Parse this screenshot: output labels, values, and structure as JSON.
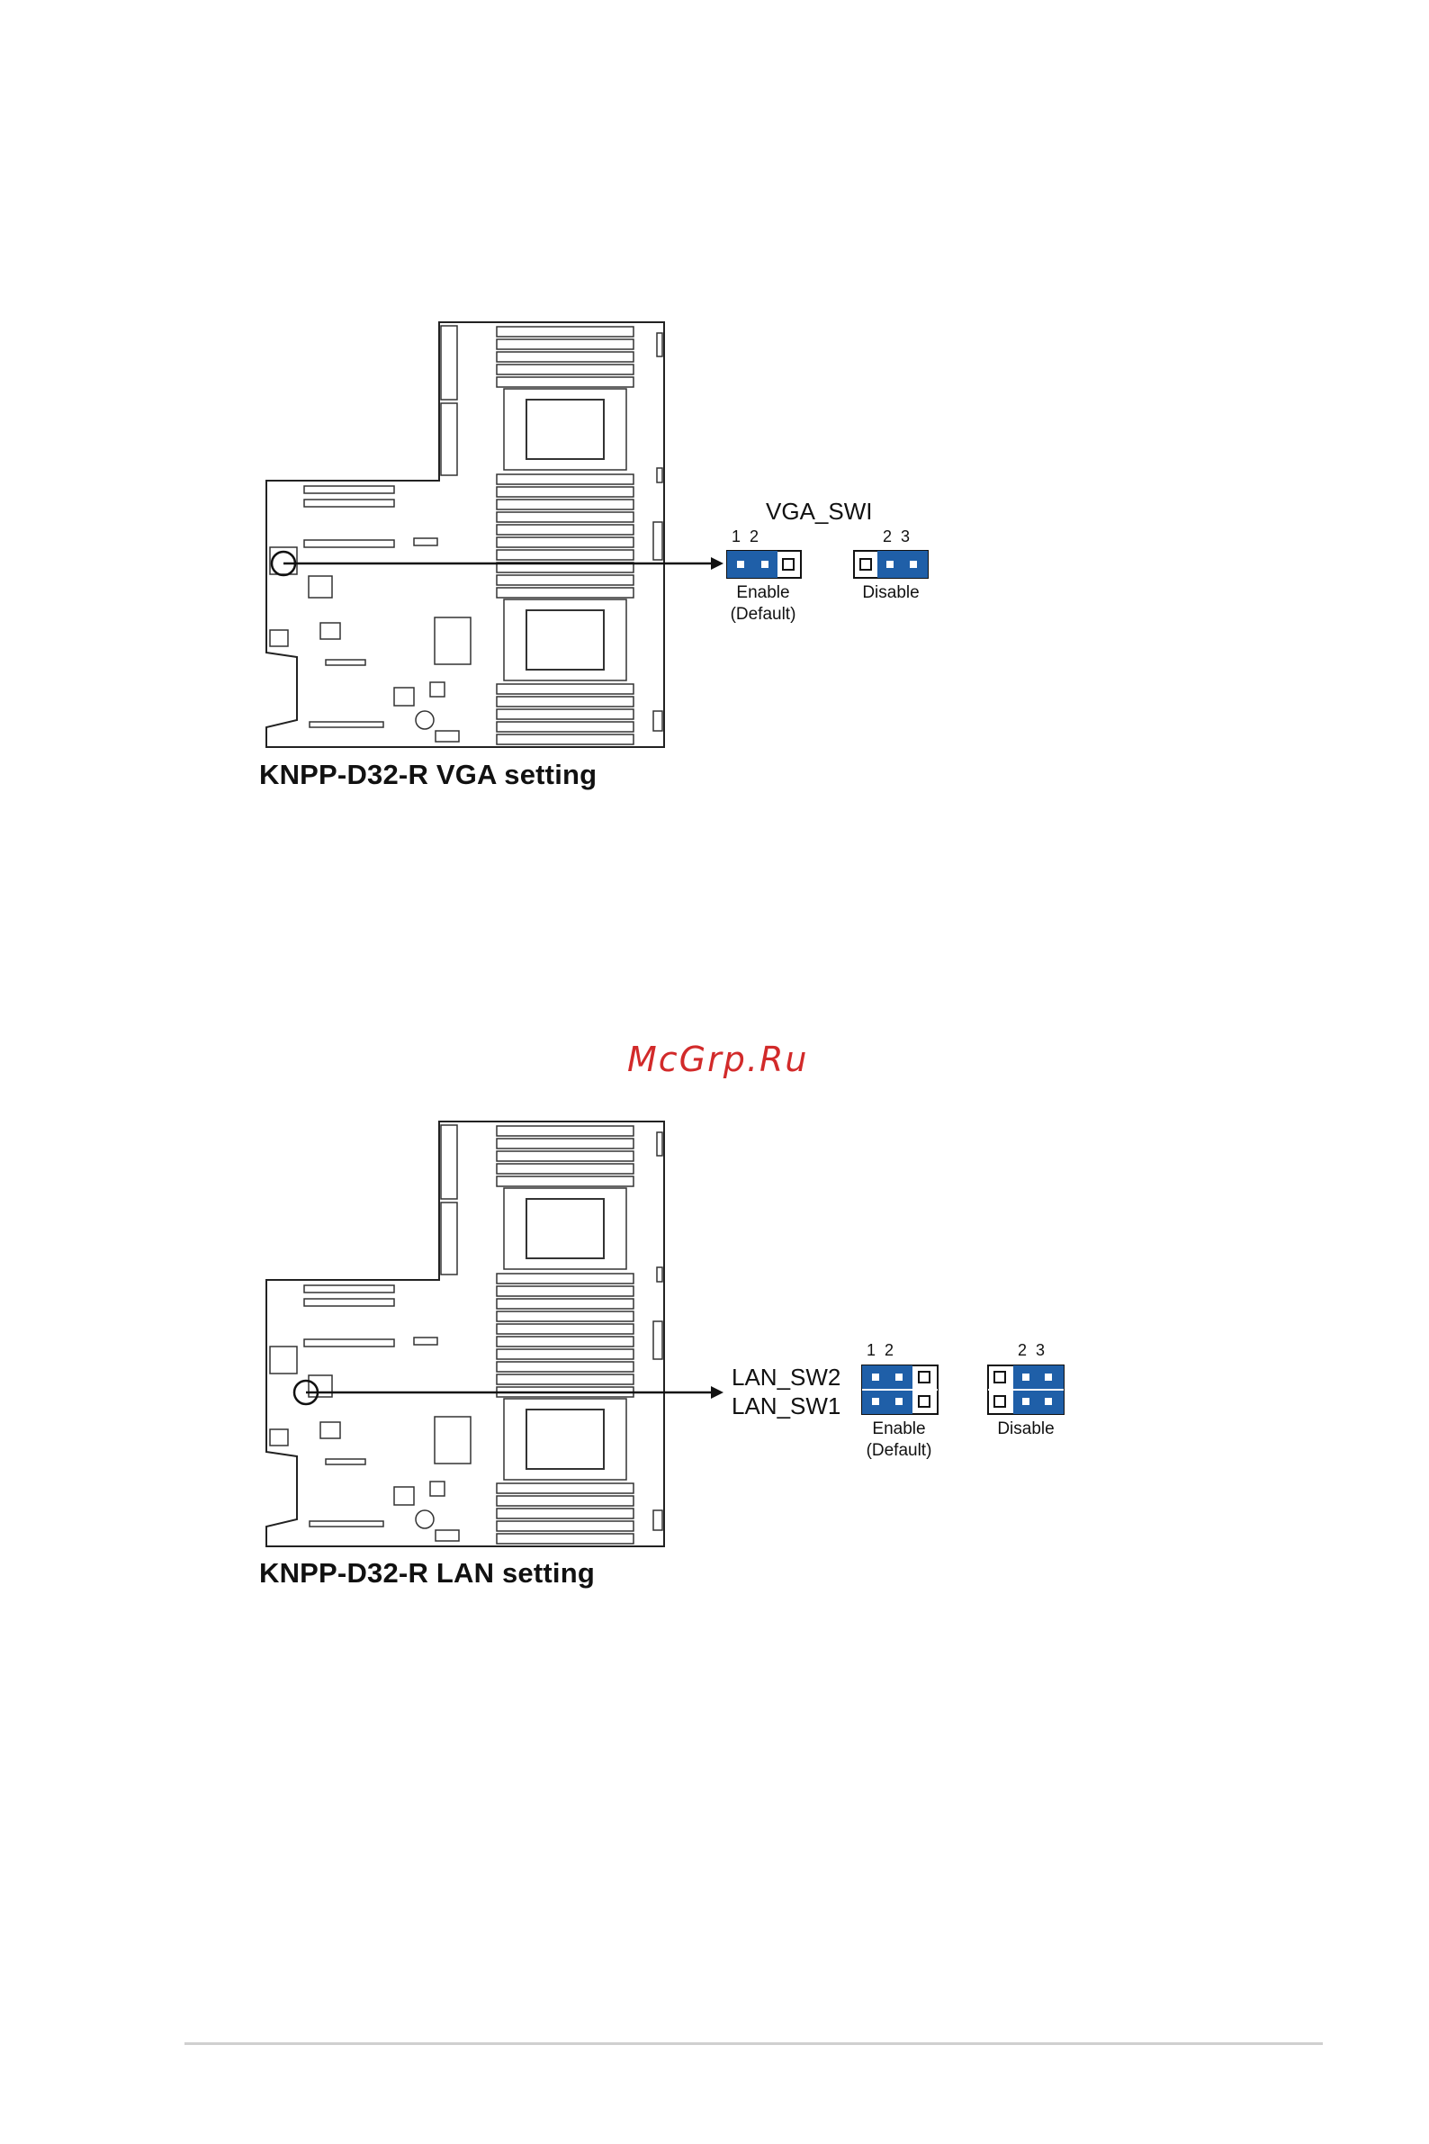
{
  "watermark": "McGrp.Ru",
  "vga": {
    "title": "KNPP-D32-R VGA setting",
    "switch_name": "VGA_SWI",
    "enable_pins": "1  2",
    "disable_pins": "2  3",
    "enable_label": "Enable",
    "enable_default": "(Default)",
    "disable_label": "Disable"
  },
  "lan": {
    "title": "KNPP-D32-R LAN setting",
    "switch_name_1": "LAN_SW2",
    "switch_name_2": "LAN_SW1",
    "enable_pins": "1  2",
    "disable_pins": "2  3",
    "enable_label": "Enable",
    "enable_default": "(Default)",
    "disable_label": "Disable"
  },
  "board_label": "KNPP-D32-R",
  "colors": {
    "jumper_blue": "#1f5fa8",
    "watermark": "#d22a2a"
  }
}
